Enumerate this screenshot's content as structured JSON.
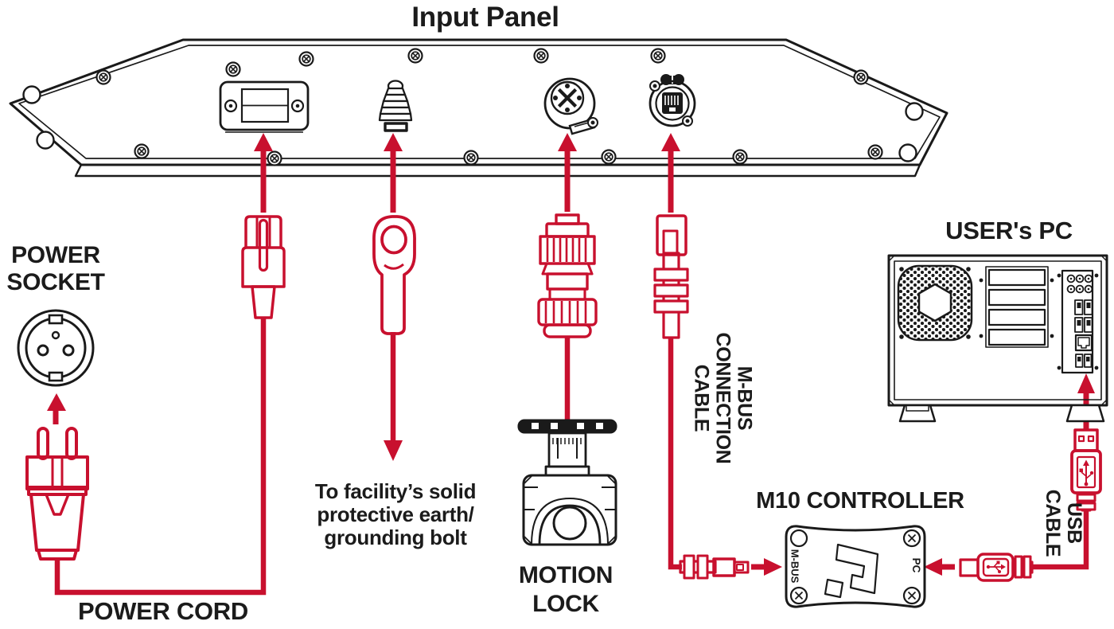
{
  "colors": {
    "accent_red": "#C8102E",
    "line_black": "#1A1A1A",
    "background": "#FFFFFF"
  },
  "title": "Input Panel",
  "power_socket": {
    "line1": "POWER",
    "line2": "SOCKET"
  },
  "power_cord": {
    "label": "POWER CORD"
  },
  "grounding_note": {
    "line1": "To facility’s solid",
    "line2": "protective earth/",
    "line3": "grounding bolt"
  },
  "motion_lock": {
    "line1": "MOTION",
    "line2": "LOCK"
  },
  "mbus_cable": {
    "line1": "M-BUS",
    "line2": "CONNECTION",
    "line3": "CABLE"
  },
  "usb_cable": {
    "line1": "USB",
    "line2": "CABLE"
  },
  "m10_controller": {
    "label": "M10 CONTROLLER",
    "port_left": "M-BUS",
    "port_right": "PC"
  },
  "users_pc": {
    "label": "USER's PC"
  },
  "icons": {
    "panel": "input-panel-rear-drawing",
    "power_socket": "schuko-socket-icon",
    "power_plug": "power-plug-icon",
    "iec_connector": "iec-c13-connector-icon",
    "ring_terminal": "ground-ring-terminal-icon",
    "motion_connector": "circular-motion-connector-icon",
    "motion_lock_device": "emergency-stop-button-icon",
    "rj45_connector": "rj45-connector-icon",
    "m10_controller": "m10-controller-device-icon",
    "users_pc": "pc-rear-panel-icon",
    "usb_a_connector": "usb-a-connector-icon",
    "mini_usb_connector": "mini-usb-connector-icon",
    "arrows": "red-direction-arrow"
  }
}
